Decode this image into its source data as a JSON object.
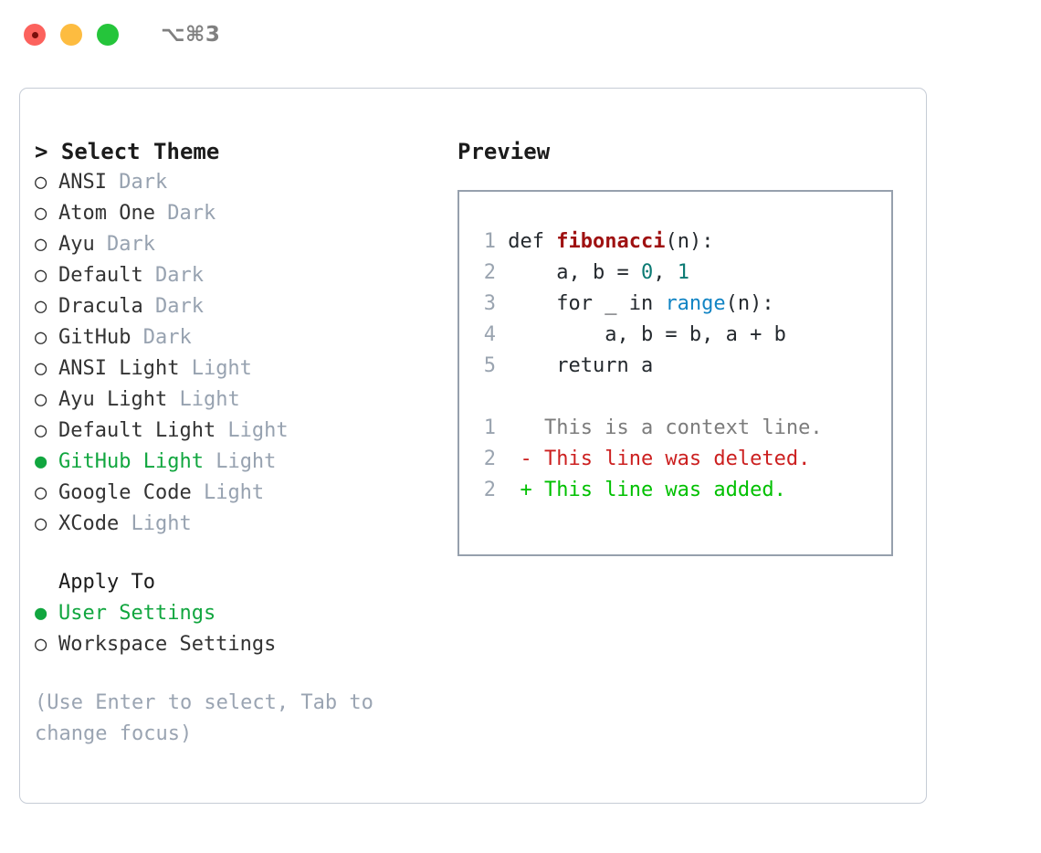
{
  "titlebar": {
    "shortcut": "⌥⌘3",
    "buttons": [
      {
        "name": "close",
        "color": "#fc625d"
      },
      {
        "name": "minimize",
        "color": "#fdbc40"
      },
      {
        "name": "maximize",
        "color": "#25c53b"
      }
    ]
  },
  "theme_picker": {
    "heading": "> Select Theme",
    "selected_bullet": "●",
    "unselected_bullet": "○",
    "items": [
      {
        "label": "ANSI",
        "tag": "Dark",
        "selected": false
      },
      {
        "label": "Atom One",
        "tag": "Dark",
        "selected": false
      },
      {
        "label": "Ayu",
        "tag": "Dark",
        "selected": false
      },
      {
        "label": "Default",
        "tag": "Dark",
        "selected": false
      },
      {
        "label": "Dracula",
        "tag": "Dark",
        "selected": false
      },
      {
        "label": "GitHub",
        "tag": "Dark",
        "selected": false
      },
      {
        "label": "ANSI Light",
        "tag": "Light",
        "selected": false
      },
      {
        "label": "Ayu Light",
        "tag": "Light",
        "selected": false
      },
      {
        "label": "Default Light",
        "tag": "Light",
        "selected": false
      },
      {
        "label": "GitHub Light",
        "tag": "Light",
        "selected": true
      },
      {
        "label": "Google Code",
        "tag": "Light",
        "selected": false
      },
      {
        "label": "XCode",
        "tag": "Light",
        "selected": false
      }
    ]
  },
  "apply_to": {
    "heading": "Apply To",
    "items": [
      {
        "label": "User Settings",
        "selected": true
      },
      {
        "label": "Workspace Settings",
        "selected": false
      }
    ]
  },
  "hint": "(Use Enter to select, Tab to change focus)",
  "preview": {
    "heading": "Preview",
    "code_lines": [
      {
        "num": "1",
        "tokens": [
          {
            "text": "def ",
            "style": "plain"
          },
          {
            "text": "fibonacci",
            "style": "kw-fn"
          },
          {
            "text": "(n):",
            "style": "plain"
          }
        ]
      },
      {
        "num": "2",
        "tokens": [
          {
            "text": "    a, b = ",
            "style": "plain"
          },
          {
            "text": "0",
            "style": "kw-num"
          },
          {
            "text": ", ",
            "style": "plain"
          },
          {
            "text": "1",
            "style": "kw-num"
          }
        ]
      },
      {
        "num": "3",
        "tokens": [
          {
            "text": "    for _ in ",
            "style": "plain"
          },
          {
            "text": "range",
            "style": "kw-call"
          },
          {
            "text": "(n):",
            "style": "plain"
          }
        ]
      },
      {
        "num": "4",
        "tokens": [
          {
            "text": "        a, b = b, a + b",
            "style": "plain"
          }
        ]
      },
      {
        "num": "5",
        "tokens": [
          {
            "text": "    return a",
            "style": "plain"
          }
        ]
      }
    ],
    "diff_lines": [
      {
        "num": "1",
        "marker": " ",
        "text": "This is a context line.",
        "kind": "ctx"
      },
      {
        "num": "2",
        "marker": "-",
        "text": "This line was deleted.",
        "kind": "del"
      },
      {
        "num": "2",
        "marker": "+",
        "text": "This line was added.",
        "kind": "add"
      }
    ]
  },
  "colors": {
    "accent_green": "#11a63f",
    "muted": "#97a2b0",
    "diff_delete": "#cc2020",
    "diff_add": "#00c000",
    "panel_border": "#c6ccd6",
    "preview_border": "#96a0ad"
  }
}
